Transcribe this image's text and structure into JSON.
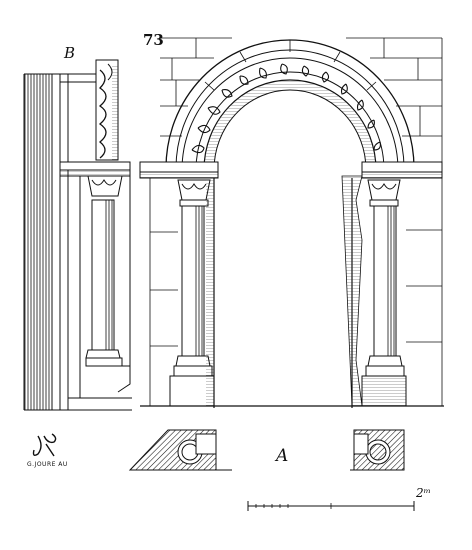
{
  "figure": {
    "number": "73",
    "section_label": "B",
    "plan_label": "A",
    "engraver_credit": "G.JOURE AU",
    "scale_label": "2ᵐ"
  },
  "colors": {
    "ink": "#111111",
    "paper": "#ffffff"
  },
  "components": [
    {
      "name": "section-elevation-b",
      "icon": "column-section-drawing"
    },
    {
      "name": "arched-doorway-elevation",
      "icon": "romanesque-arch-drawing"
    },
    {
      "name": "plan-pier-left",
      "icon": "pier-plan-drawing"
    },
    {
      "name": "plan-pier-right",
      "icon": "pier-plan-drawing"
    },
    {
      "name": "engraver-monogram",
      "icon": "monogram-signature"
    },
    {
      "name": "scale-bar",
      "icon": "graphic-scale"
    }
  ]
}
